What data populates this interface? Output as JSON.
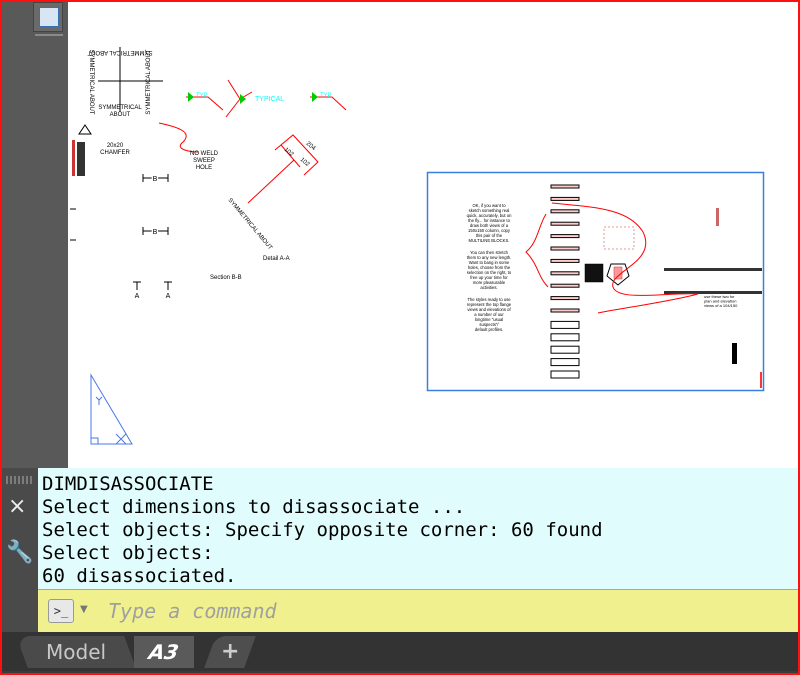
{
  "drawing": {
    "sym_top": "SYMMETRICAL ABOUT",
    "sym_bottom_1": "SYMMETRICAL",
    "sym_bottom_2": "ABOUT",
    "weld_typ_1": "TYP.",
    "weld_typical": "TYPICAL",
    "weld_typ_2": "TYP.",
    "chamfer_1": "20x20",
    "chamfer_2": "CHAMFER",
    "no_weld_1": "NO WELD",
    "no_weld_2": "SWEEP",
    "no_weld_3": "HOLE",
    "dim_204": "204",
    "dim_102a": "102",
    "dim_102b": "102",
    "sym_diag": "SYMMETRICAL ABOUT",
    "section_b": "B",
    "detail_aa": "Detail A-A",
    "section_bb": "Section B-B",
    "section_a": "A"
  },
  "viewport": {
    "note_1": [
      "OK, if you want to",
      "sketch something real",
      "quick, accurately, but on",
      "the fly... for instance to",
      "draw both views of a",
      "150x150 column, copy",
      "this pair of the",
      "MULTILINE BLOCKS."
    ],
    "note_2": [
      "You can then stretch",
      "them to any new length.",
      "Want to bang in some",
      "holes, choose from the",
      "selection on the right, to",
      "free up your time for",
      "more pleasurable",
      "activities."
    ],
    "note_3": [
      "The styles ready to use",
      "represent the top flange",
      "views and elevations of",
      "a number of our",
      "longtime \"usual",
      "suspects\"/",
      "default profiles."
    ],
    "note_right": [
      "use these two for",
      "plan and elevation",
      "views of a 104/150"
    ],
    "accent_color": "#3a7fe0"
  },
  "command": {
    "history": [
      "DIMDISASSOCIATE",
      "Select dimensions to disassociate ...",
      "Select objects: Specify opposite corner: 60 found",
      "Select objects:",
      "60 disassociated."
    ],
    "placeholder": "Type a command",
    "prompt_icon": ">_"
  },
  "tabs": [
    {
      "label": "Model",
      "active": false
    },
    {
      "label": "A3",
      "active": true
    },
    {
      "label": "+",
      "active": false
    }
  ],
  "icons": {
    "close": "×",
    "wrench": "🔧"
  }
}
